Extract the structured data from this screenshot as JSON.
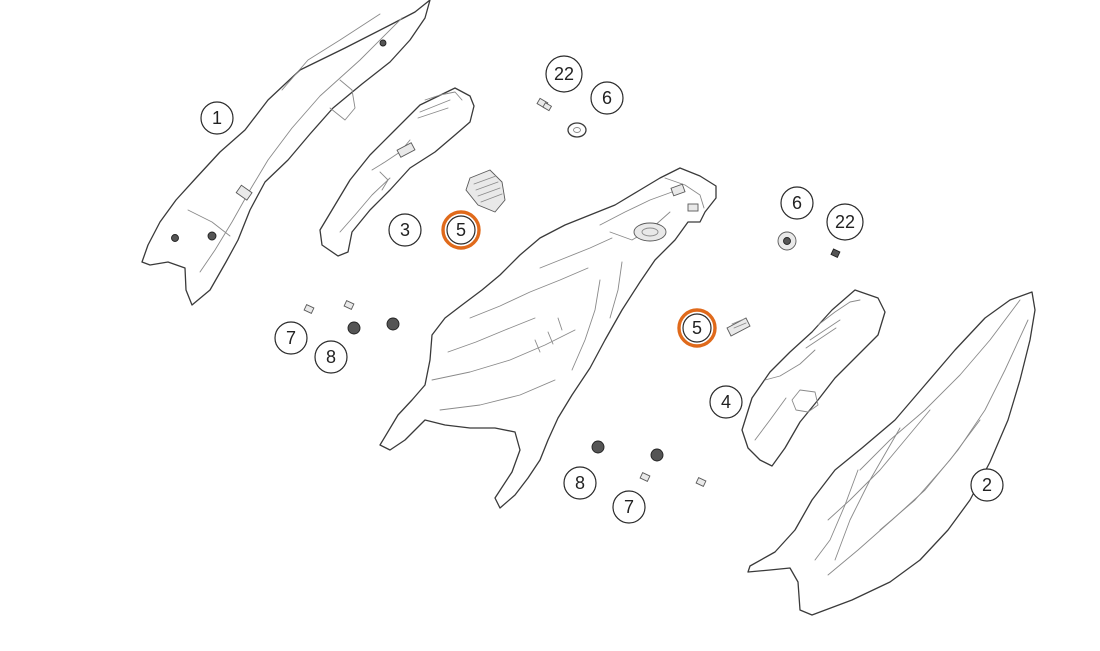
{
  "highlight_color": "#e06a1b",
  "parts": [
    {
      "id": "side-panel-left",
      "label": "1"
    },
    {
      "id": "side-panel-right",
      "label": "2"
    },
    {
      "id": "inner-cover-left",
      "label": "3"
    },
    {
      "id": "inner-cover-right",
      "label": "4"
    },
    {
      "id": "clip-left",
      "label": "5",
      "highlighted": true
    },
    {
      "id": "clip-right",
      "label": "5",
      "highlighted": true
    },
    {
      "id": "washer-top",
      "label": "6"
    },
    {
      "id": "washer-right",
      "label": "6"
    },
    {
      "id": "screw-left",
      "label": "7"
    },
    {
      "id": "screw-right",
      "label": "7"
    },
    {
      "id": "nut-left",
      "label": "8"
    },
    {
      "id": "nut-right",
      "label": "8"
    },
    {
      "id": "bolt-top",
      "label": "22"
    },
    {
      "id": "bolt-right",
      "label": "22"
    }
  ]
}
